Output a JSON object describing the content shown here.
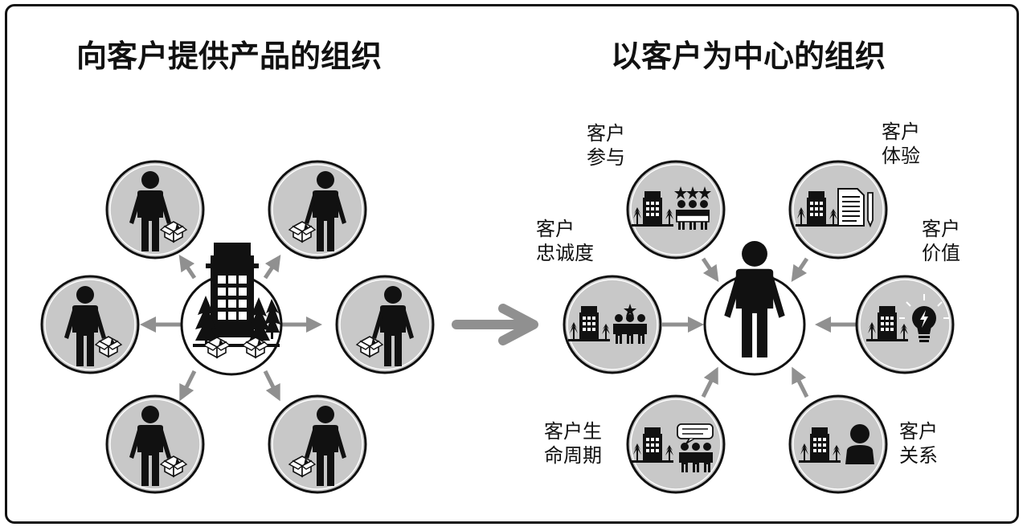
{
  "left_title": "向客户提供产品的组织",
  "right_title": "以客户为中心的组织",
  "labels": {
    "engagement": [
      "客户",
      "参与"
    ],
    "experience": [
      "客户",
      "体验"
    ],
    "loyalty": [
      "客户",
      "忠诚度"
    ],
    "value": [
      "客户",
      "价值"
    ],
    "lifecycle": [
      "客户生",
      "命周期"
    ],
    "relationship": [
      "客户",
      "关系"
    ]
  },
  "colors": {
    "circle_fill": "#c8c8c8",
    "center_fill": "#ffffff",
    "arrow": "#909090",
    "ink": "#111111"
  }
}
